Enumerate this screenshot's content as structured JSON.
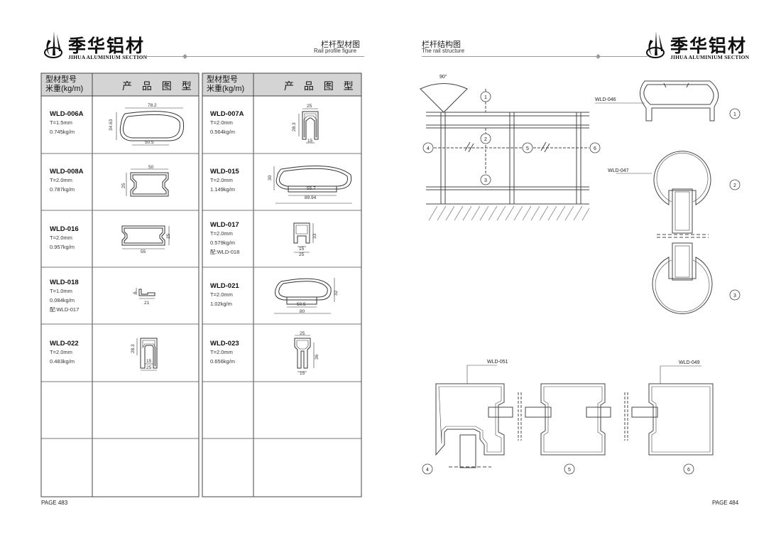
{
  "brand": {
    "name_cn": "季华铝材",
    "name_en": "JIHUA ALUMINIUM SECTION"
  },
  "left_page": {
    "title_cn": "栏杆型材图",
    "title_en": "Rail profile figure",
    "header": {
      "col_model_line1": "型材型号",
      "col_model_line2": "米重(kg/m)",
      "col_image": "产 品 图 型"
    },
    "left_column": [
      {
        "model": "WLD-006A",
        "spec1": "T=1.5mm",
        "spec2": "0.745kg/m",
        "spec3": "",
        "dims": [
          "78.2",
          "34.63",
          "50.5"
        ]
      },
      {
        "model": "WLD-008A",
        "spec1": "T=2.0mm",
        "spec2": "0.787kg/m",
        "spec3": "",
        "dims": [
          "50",
          "25"
        ]
      },
      {
        "model": "WLD-016",
        "spec1": "T=2.0mm",
        "spec2": "0.957kg/m",
        "spec3": "",
        "dims": [
          "55",
          "25"
        ]
      },
      {
        "model": "WLD-018",
        "spec1": "T=1.0mm",
        "spec2": "0.084kg/m",
        "spec3": "配:WLD-017",
        "dims": [
          "6",
          "21"
        ]
      },
      {
        "model": "WLD-022",
        "spec1": "T=2.0mm",
        "spec2": "0.483kg/m",
        "spec3": "",
        "dims": [
          "28.3",
          "15",
          "25"
        ]
      }
    ],
    "right_column": [
      {
        "model": "WLD-007A",
        "spec1": "T=2.0mm",
        "spec2": "0.564kg/m",
        "spec3": "",
        "dims": [
          "25",
          "28.3",
          "15"
        ]
      },
      {
        "model": "WLD-015",
        "spec1": "T=2.0mm",
        "spec2": "1.149kg/m",
        "spec3": "",
        "dims": [
          "30",
          "55.7",
          "89.94"
        ]
      },
      {
        "model": "WLD-017",
        "spec1": "T=2.0mm",
        "spec2": "0.579kg/m",
        "spec3": "配:WLD-018",
        "dims": [
          "33",
          "15",
          "25"
        ]
      },
      {
        "model": "WLD-021",
        "spec1": "T=2.0mm",
        "spec2": "1.02kg/m",
        "spec3": "",
        "dims": [
          "32",
          "50.5",
          "80"
        ]
      },
      {
        "model": "WLD-023",
        "spec1": "T=2.0mm",
        "spec2": "0.656kg/m",
        "spec3": "",
        "dims": [
          "25",
          "36",
          "15"
        ]
      }
    ],
    "page": "PAGE  483"
  },
  "right_page": {
    "title_cn": "栏杆结构图",
    "title_en": "The rail structure",
    "angle": "90°",
    "markers": [
      "1",
      "2",
      "3",
      "4",
      "5",
      "6"
    ],
    "callouts": {
      "c046": "WLD-046",
      "c047": "WLD-047",
      "c051": "WLD-051",
      "c049": "WLD-049"
    },
    "page": "PAGE  484"
  }
}
